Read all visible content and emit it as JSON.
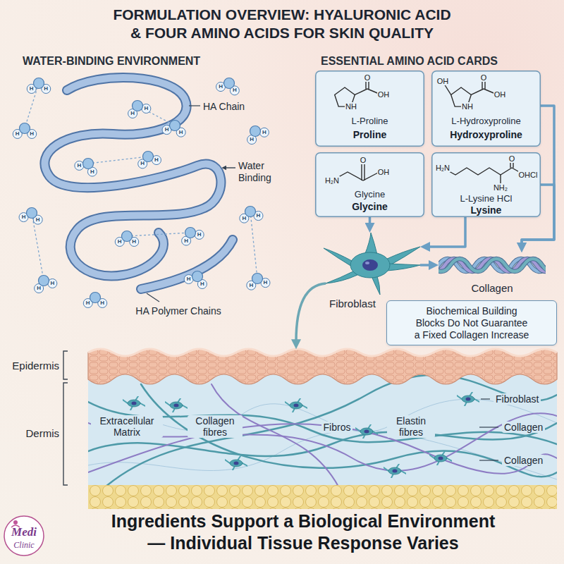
{
  "diagram": {
    "title": "FORMULATION OVERVIEW: HYALURONIC ACID & FOUR AMINO ACIDS FOR SKIN QUALITY",
    "caption": "Ingredients Support a Biological Environment — Individual Tissue Response Varies",
    "nodes": [
      {
        "text": [
          "O",
          "OH",
          "NH",
          "L-Proline",
          "Proline"
        ]
      },
      {
        "text": [
          "OH",
          "O",
          "OH",
          "NH",
          "L-Hydroxyproline",
          "Hydroxyproline"
        ]
      },
      {
        "text": [
          "H₂N",
          "O",
          "OH",
          "Glycine",
          "Glycine"
        ]
      },
      {
        "text": [
          "H₂N",
          "O",
          "OHCl",
          "NH₂",
          "L-Lysine HCl",
          "Lysine"
        ]
      },
      {
        "text": [
          "Fibroblast"
        ]
      },
      {
        "text": [
          "Collagen"
        ]
      },
      {
        "text": [
          "Biochemical Building Blocks Do Not Guarantee a Fixed Collagen Increase"
        ]
      }
    ],
    "edges": [
      {
        "from": 2,
        "to": 4,
        "arrow": "to"
      },
      {
        "from": 3,
        "to": 4,
        "arrow": "to"
      },
      {
        "from": 1,
        "to": 5,
        "arrow": "to"
      },
      {
        "from": 3,
        "to": 5,
        "arrow": "to"
      },
      {
        "from": 4,
        "to": 5,
        "arrow": "to"
      }
    ],
    "labels": [
      "WATER-BINDING ENVIRONMENT",
      "ESSENTIAL AMINO ACID CARDS",
      "HA Chain",
      "Water Binding",
      "HA Polymer Chains",
      "H",
      "H",
      "H",
      "H",
      "H",
      "H",
      "H",
      "H",
      "H",
      "H",
      "H",
      "H",
      "H",
      "H",
      "H",
      "H",
      "H",
      "H",
      "H",
      "H",
      "H",
      "H",
      "H",
      "H",
      "H",
      "H",
      "H",
      "H",
      "H",
      "H",
      "H",
      "H",
      "Epidermis",
      "Dermis",
      "Extracellular Matrix",
      "Collagen fibres",
      "Fibros",
      "Elastin fibres",
      "Fibroblast",
      "Collagen",
      "Collagen",
      "Medi",
      "Clinic"
    ]
  }
}
